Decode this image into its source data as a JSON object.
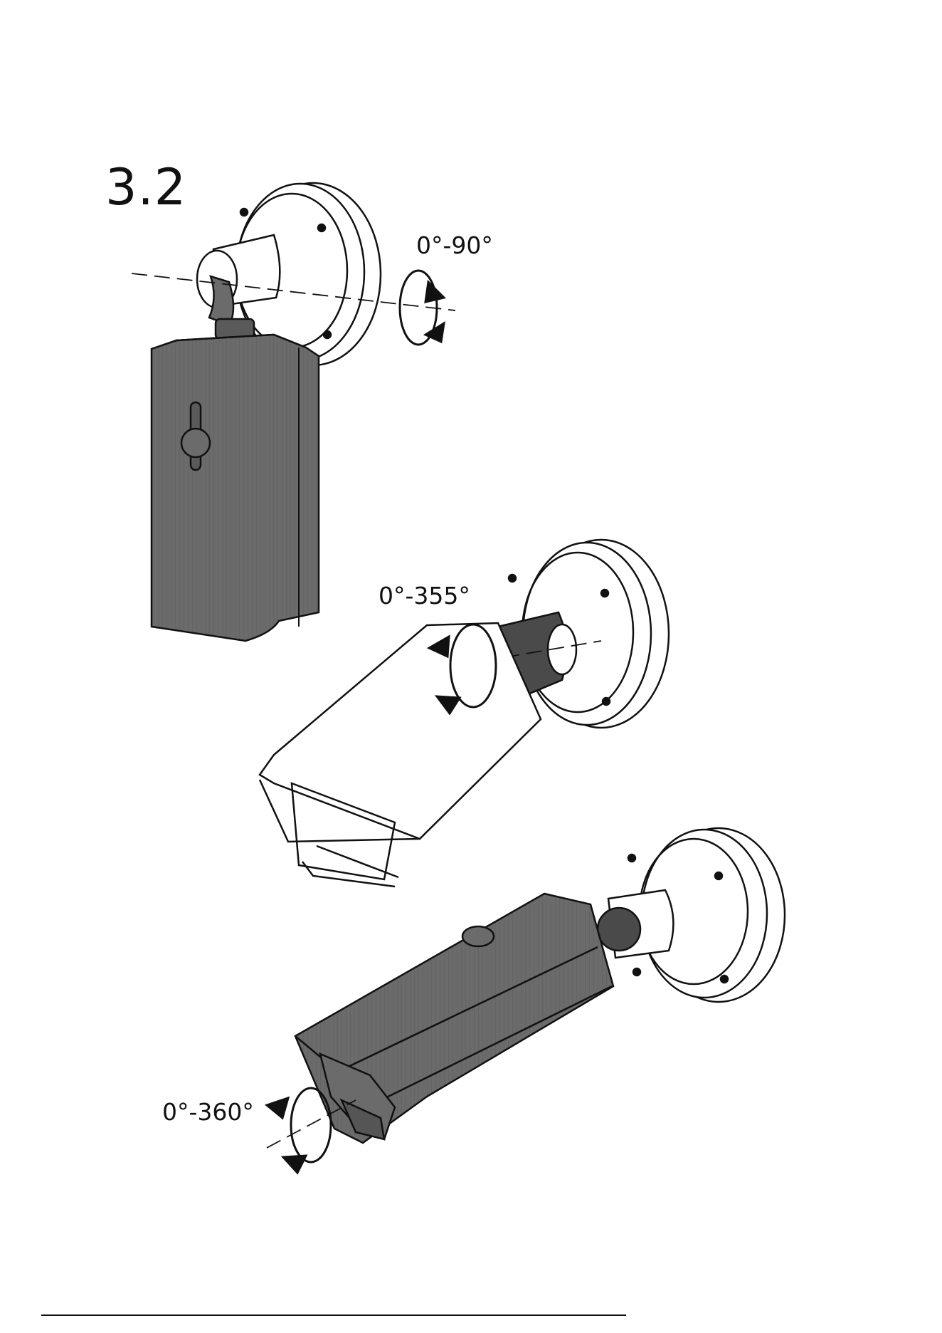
{
  "step": {
    "number": "3.2"
  },
  "angles": {
    "pan": "0°-90°",
    "tilt": "0°-355°",
    "rotate": "0°-360°"
  },
  "colors": {
    "housing_dark": "#6b6b6b",
    "line": "#111111",
    "background": "#ffffff"
  }
}
